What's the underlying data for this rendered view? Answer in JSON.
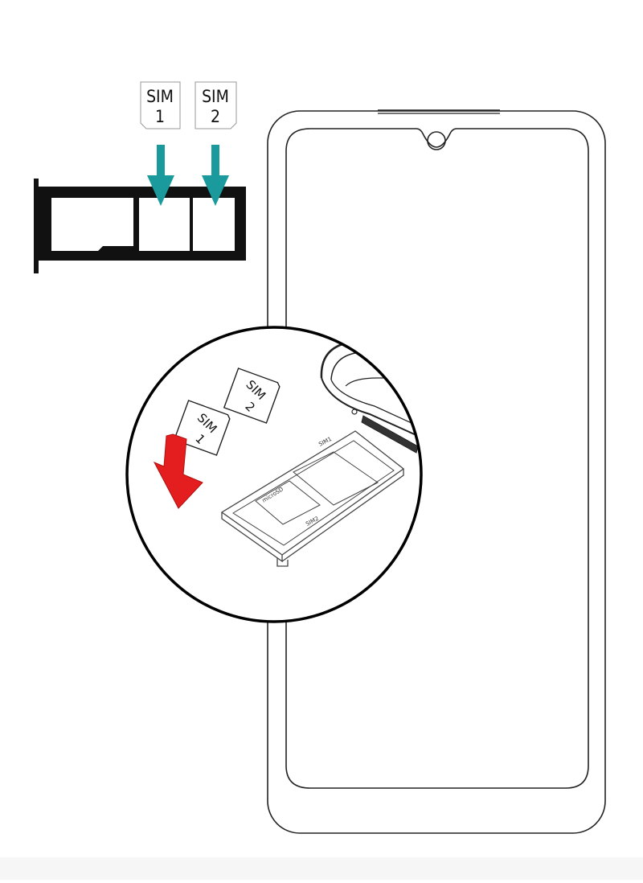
{
  "diagram": {
    "sim_cards_top": [
      {
        "line1": "SIM",
        "line2": "1"
      },
      {
        "line1": "SIM",
        "line2": "2"
      }
    ],
    "sim_cards_zoom": [
      {
        "line1": "SIM",
        "line2": "1"
      },
      {
        "line1": "SIM",
        "line2": "2"
      }
    ],
    "tray_labels": {
      "slot_a": "SIM1",
      "slot_b": "microSD",
      "slot_c": "SIM2"
    },
    "colors": {
      "arrow_teal": "#1a9a9c",
      "arrow_red": "#e41e1e",
      "line": "#222222"
    },
    "icons": [
      "down-arrow-icon",
      "insert-arrow-icon"
    ]
  }
}
